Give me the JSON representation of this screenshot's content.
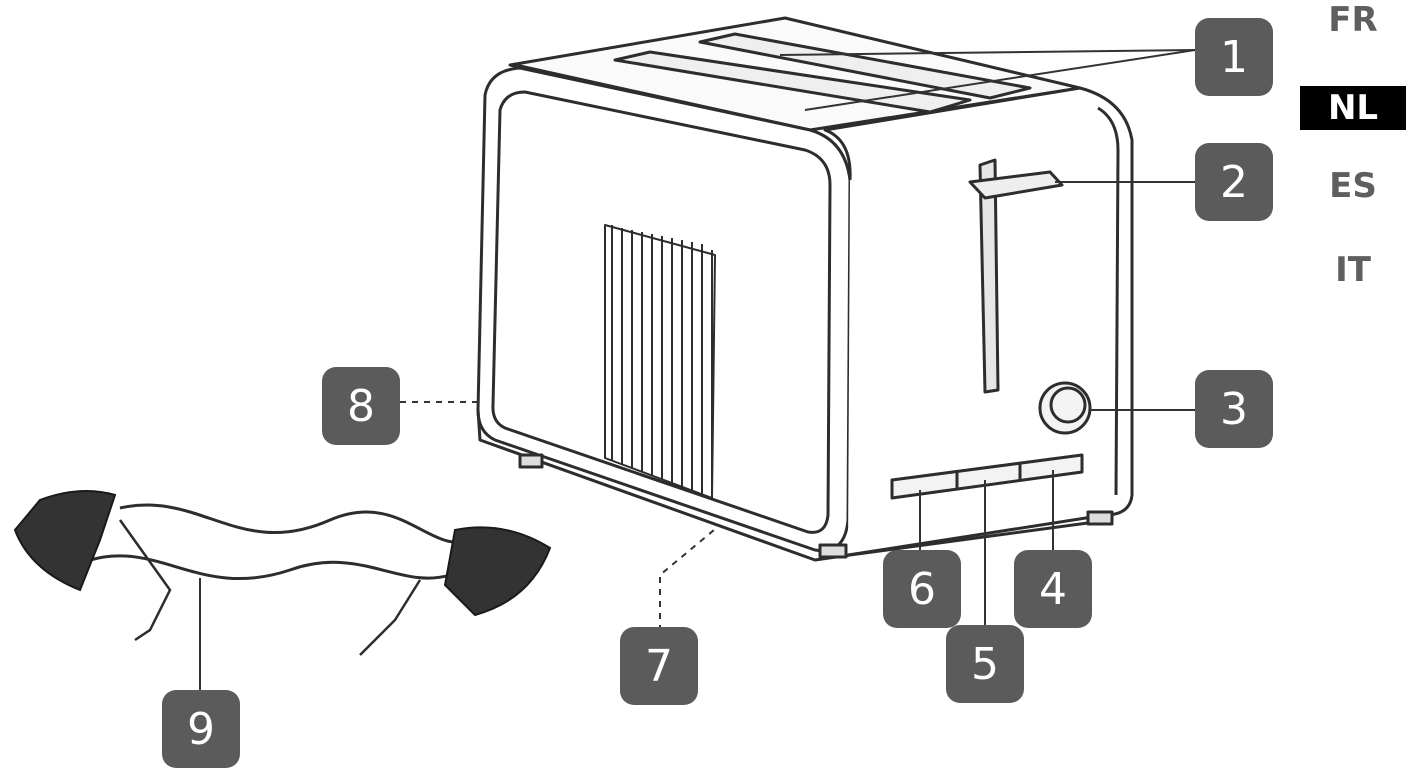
{
  "languages": [
    {
      "code": "FR",
      "active": false
    },
    {
      "code": "NL",
      "active": true
    },
    {
      "code": "ES",
      "active": false
    },
    {
      "code": "IT",
      "active": false
    }
  ],
  "callouts": [
    "1",
    "2",
    "3",
    "4",
    "5",
    "6",
    "7",
    "8",
    "9"
  ],
  "colors": {
    "callout_bg": "#5b5b5b",
    "callout_text": "#ffffff",
    "line": "#333333",
    "active_lang_bg": "#000000",
    "inactive_lang": "#5f5f5f"
  }
}
